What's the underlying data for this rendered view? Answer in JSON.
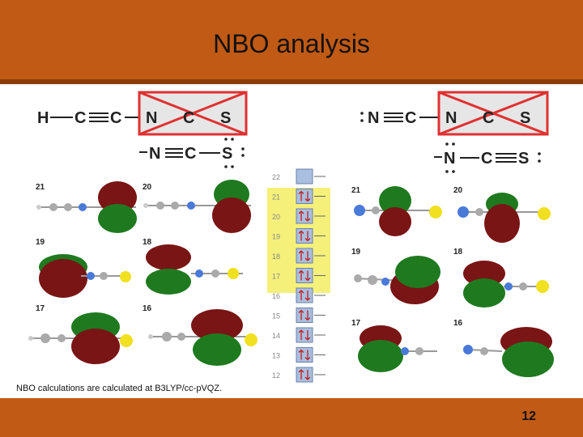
{
  "slide": {
    "title": "NBO analysis",
    "caption": "NBO calculations are calculated at B3LYP/cc-pVQZ.",
    "page_number": "12"
  },
  "structures": {
    "left_top": [
      "H",
      "C",
      "C",
      "N",
      "C",
      "S"
    ],
    "left_bottom": [
      "N",
      "C",
      "S"
    ],
    "right_top": [
      "N",
      "C",
      "N",
      "C",
      "S"
    ],
    "right_bottom": [
      "N",
      "C",
      "S"
    ]
  },
  "orbital_labels_left": [
    "21",
    "20",
    "19",
    "18",
    "17",
    "16"
  ],
  "orbital_labels_right": [
    "21",
    "20",
    "19",
    "18",
    "17",
    "16"
  ],
  "energy_levels": [
    "22",
    "21",
    "20",
    "19",
    "18",
    "17",
    "16",
    "15",
    "14",
    "13",
    "12"
  ],
  "colors": {
    "header": "#c05a14",
    "lobe_red": "#7a1515",
    "lobe_green": "#1f7a1f",
    "highlight": "#f5f07a",
    "cross_box": "#e03030"
  }
}
